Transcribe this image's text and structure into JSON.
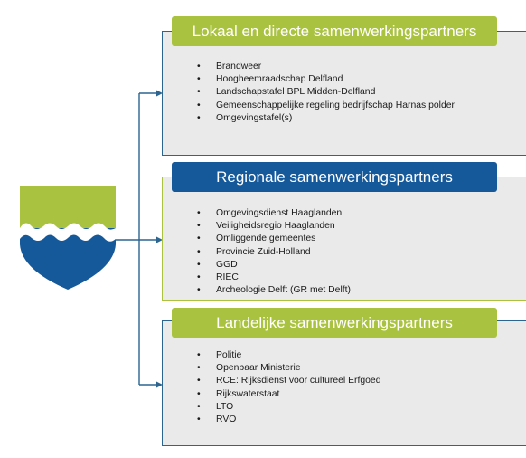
{
  "colors": {
    "green": "#a9c23f",
    "blue": "#16599b",
    "line_blue": "#2b6590",
    "panel_bg": "#eaeaea"
  },
  "groups": [
    {
      "title": "Lokaal en directe samenwerkingspartners",
      "items": [
        "Brandweer",
        "Hoogheemraadschap Delfland",
        "Landschapstafel BPL Midden-Delfland",
        "Gemeenschappelijke regeling bedrijfschap Harnas polder",
        "Omgevingstafel(s)"
      ]
    },
    {
      "title": "Regionale samenwerkingspartners",
      "items": [
        "Omgevingsdienst Haaglanden",
        "Veiligheidsregio Haaglanden",
        "Omliggende gemeentes",
        "Provincie Zuid-Holland",
        "GGD",
        "RIEC",
        "Archeologie Delft (GR met Delft)"
      ]
    },
    {
      "title": "Landelijke samenwerkingspartners",
      "items": [
        "Politie",
        "Openbaar Ministerie",
        "RCE: Rijksdienst voor cultureel Erfgoed",
        "Rijkswaterstaat",
        "LTO",
        "RVO"
      ]
    }
  ]
}
